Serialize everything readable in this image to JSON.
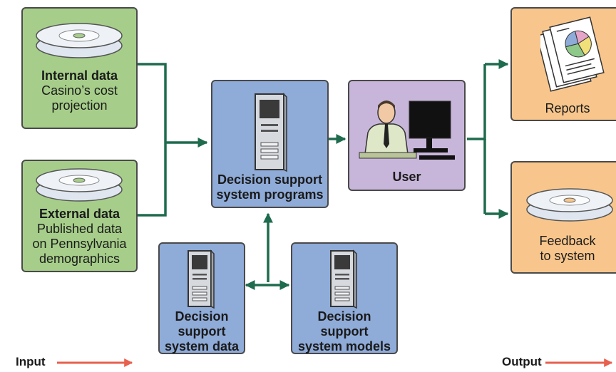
{
  "diagram": {
    "internal_data": {
      "title": "Internal data",
      "lines": [
        "Casino’s cost",
        "projection"
      ]
    },
    "external_data": {
      "title": "External data",
      "lines": [
        "Published data",
        "on Pennsylvania",
        "demographics"
      ]
    },
    "dss_programs": {
      "lines": [
        "Decision support",
        "system programs"
      ]
    },
    "user": {
      "label": "User"
    },
    "reports": {
      "label": "Reports"
    },
    "feedback": {
      "lines": [
        "Feedback",
        "to system"
      ]
    },
    "dss_data": {
      "lines": [
        "Decision",
        "support",
        "system data"
      ]
    },
    "dss_models": {
      "lines": [
        "Decision",
        "support",
        "system models"
      ]
    },
    "input_label": "Input",
    "output_label": "Output"
  },
  "colors": {
    "input_box": "#a6ce8a",
    "program_box": "#8fabd8",
    "user_box": "#c8b6da",
    "output_box": "#f8c68c",
    "connector": "#1e6b4e",
    "io_arrow": "#e8604e"
  }
}
